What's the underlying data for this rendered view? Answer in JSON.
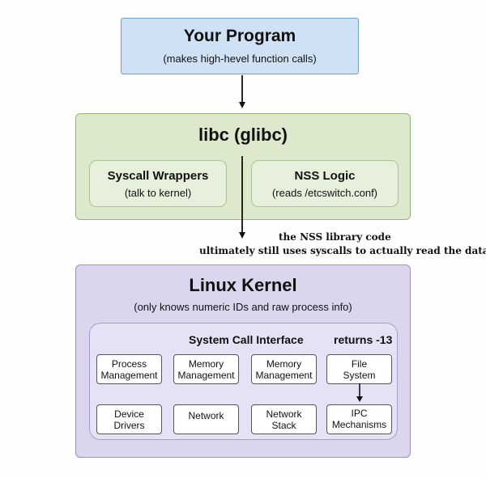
{
  "program": {
    "title": "Your Program",
    "subtitle": "(makes high-hevel function calls)"
  },
  "libc": {
    "title": "libc (glibc)",
    "syscall_wrappers": {
      "title": "Syscall Wrappers",
      "subtitle": "(talk to kernel)"
    },
    "nss_logic": {
      "title": "NSS Logic",
      "subtitle": "(reads /etcswitch.conf)"
    }
  },
  "note": {
    "line1": "the NSS library code",
    "line2": "ultimately still uses syscalls to actually read the data."
  },
  "kernel": {
    "title": "Linux Kernel",
    "subtitle": "(only knows numeric IDs and raw process info)",
    "interface_title": "System Call Interface",
    "returns": "returns -13",
    "subsystems": [
      {
        "line1": "Process",
        "line2": "Management"
      },
      {
        "line1": "Memory",
        "line2": "Management"
      },
      {
        "line1": "Memory",
        "line2": "Management"
      },
      {
        "line1": "File",
        "line2": "System"
      },
      {
        "line1": "Device",
        "line2": "Drivers"
      },
      {
        "line1": "Network",
        "line2": ""
      },
      {
        "line1": "Network",
        "line2": "Stack"
      },
      {
        "line1": "IPC",
        "line2": "Mechanisms"
      }
    ]
  },
  "colors": {
    "program_fill": "#cfe1f4",
    "libc_fill": "#dde9cc",
    "kernel_fill": "#dcd5ee",
    "arrow": "#111111"
  }
}
